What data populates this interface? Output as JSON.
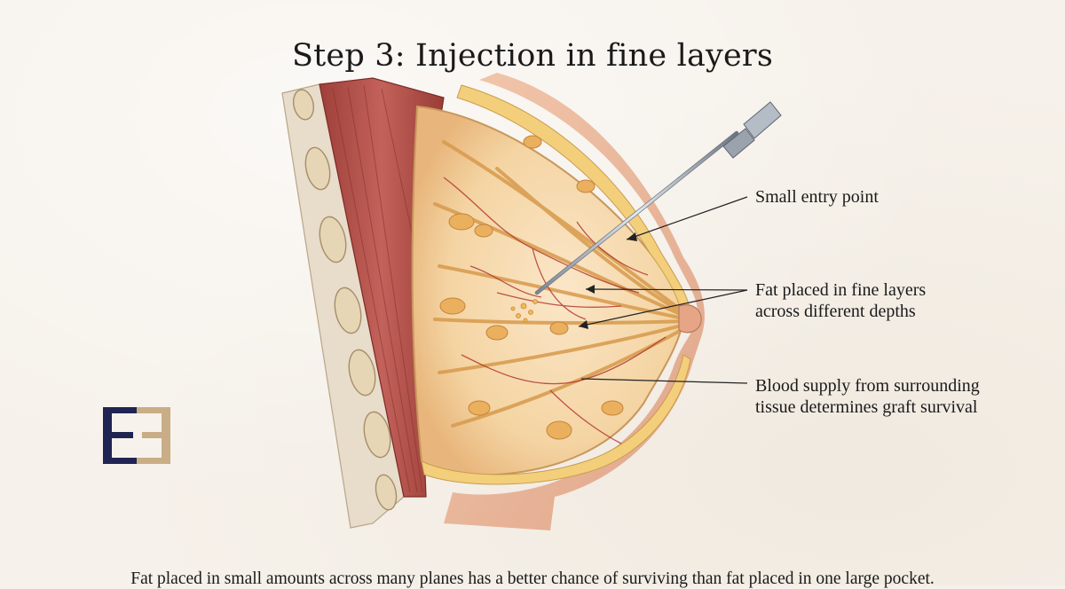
{
  "title": "Step 3: Injection in fine layers",
  "labels": {
    "entry": [
      "Small entry point"
    ],
    "fat": [
      "Fat placed in fine layers",
      "across different depths"
    ],
    "blood": [
      "Blood supply from surrounding",
      "tissue determines graft survival"
    ]
  },
  "caption": "Fat placed in small amounts across many planes has a better chance of surviving than fat placed in one large pocket.",
  "colors": {
    "background": "#f6f1ea",
    "muscle": "#b5544b",
    "fat": "#f0c878",
    "vessel": "#b0302a",
    "skin": "#e9b394",
    "logo_navy": "#1f2452",
    "logo_gold": "#c9ad86"
  }
}
